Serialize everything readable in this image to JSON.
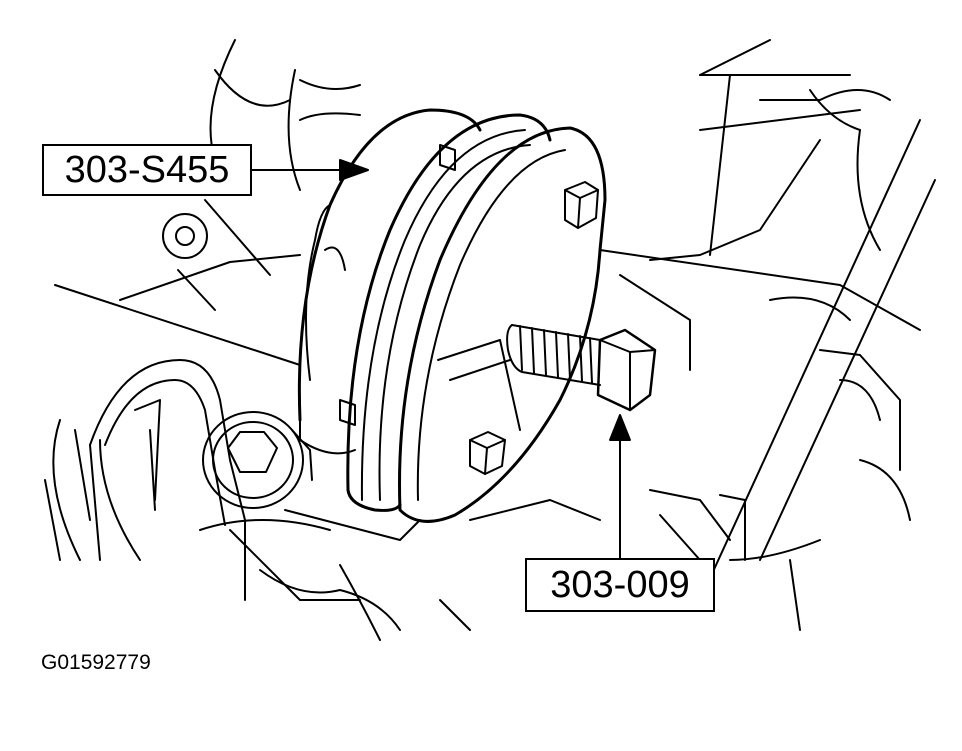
{
  "labels": {
    "tool_a": "303-S455",
    "tool_b": "303-009"
  },
  "figure_id": "G01592779"
}
